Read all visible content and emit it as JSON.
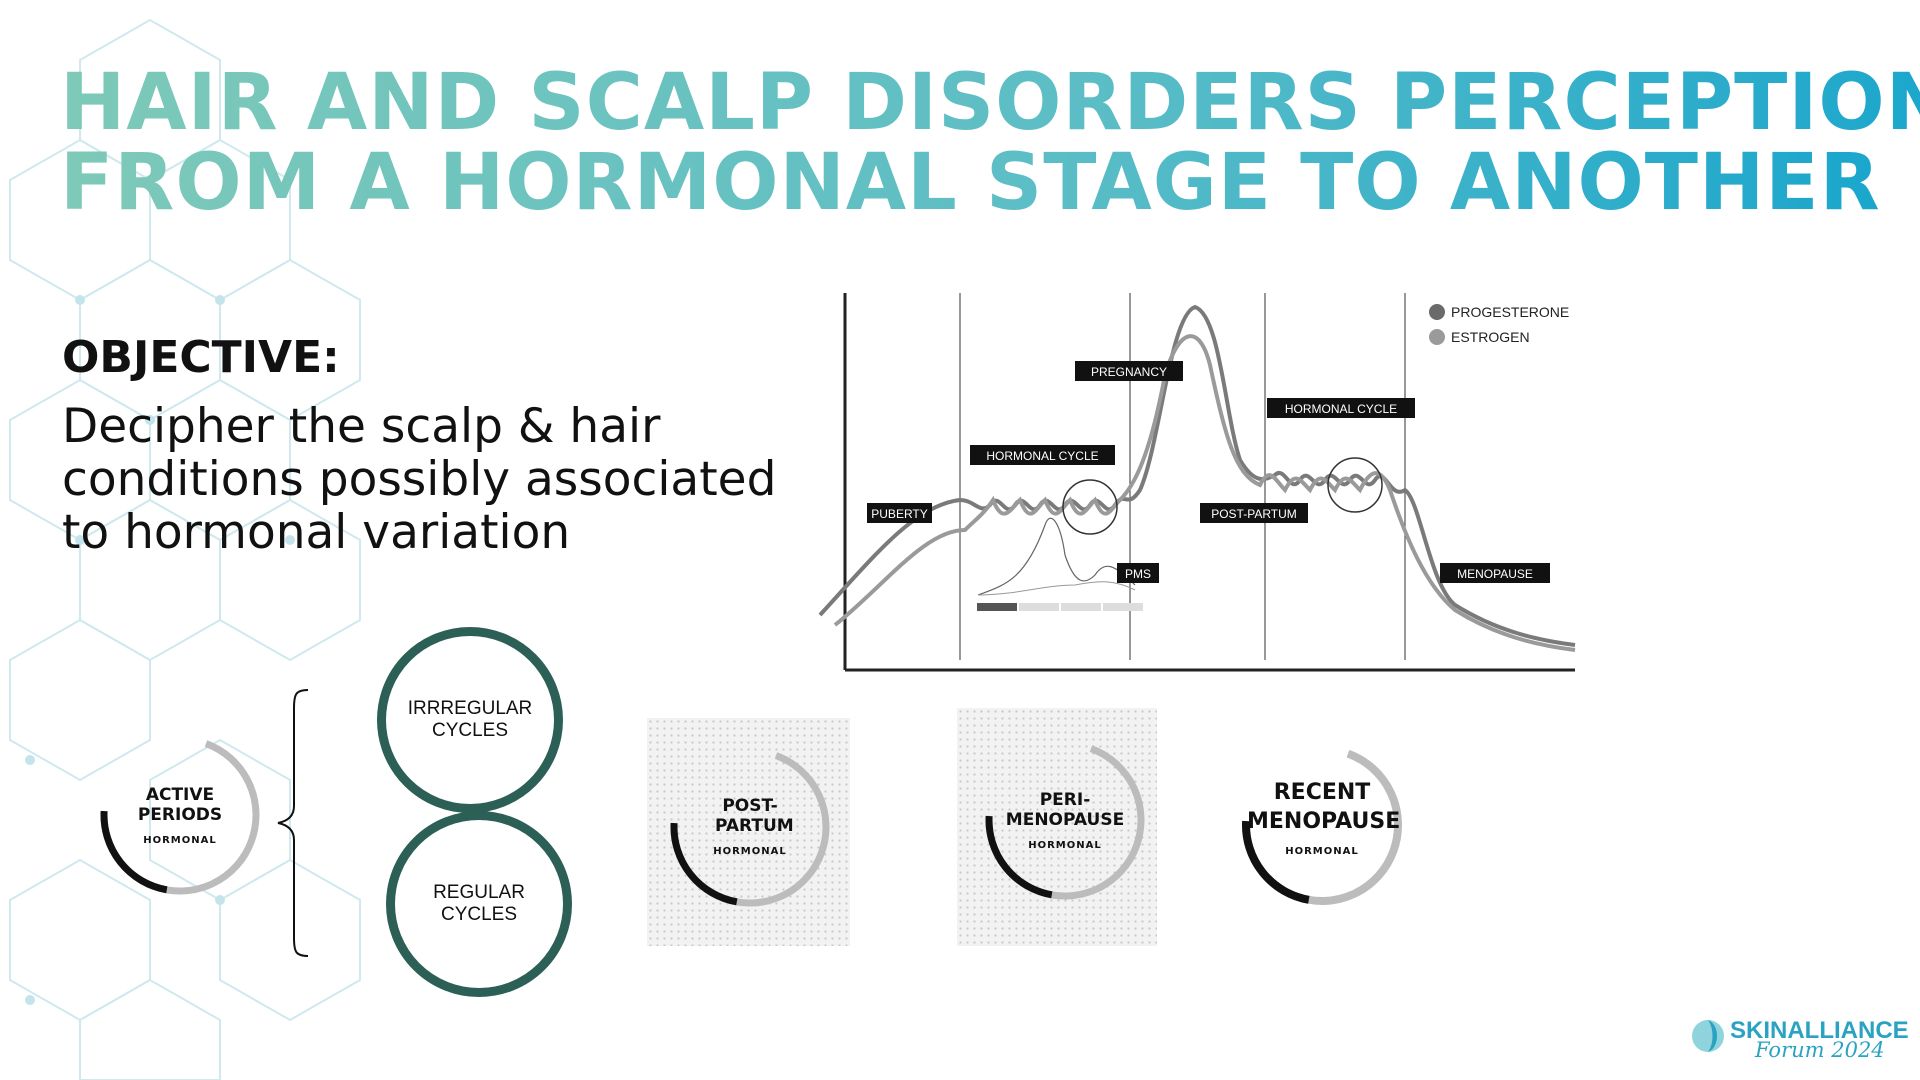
{
  "title": {
    "line1": "HAIR AND SCALP DISORDERS PERCEPTION",
    "line2": "FROM A HORMONAL STAGE TO ANOTHER"
  },
  "objective": {
    "heading": "OBJECTIVE:",
    "text": "Decipher the scalp & hair conditions possibly associated to hormonal variation"
  },
  "diagram": {
    "legend": [
      "PROGESTERONE",
      "ESTROGEN"
    ],
    "stage_labels": [
      "PUBERTY",
      "HORMONAL CYCLE",
      "PREGNANCY",
      "HORMONAL CYCLE",
      "POST-PARTUM",
      "PMS",
      "MENOPAUSE"
    ]
  },
  "stages": {
    "active_periods": {
      "title": "ACTIVE PERIODS",
      "sub": "HORMONAL"
    },
    "irregular": "IRRREGULAR CYCLES",
    "regular": "REGULAR CYCLES",
    "post_partum": {
      "title": "POST-PARTUM",
      "sub": "HORMONAL"
    },
    "peri_menopause": {
      "title": "PERI-MENOPAUSE",
      "sub": "HORMONAL"
    },
    "recent_menopause": {
      "title": "RECENT MENOPAUSE",
      "sub": "HORMONAL"
    }
  },
  "logo": {
    "name": "SKINALLIANCE",
    "sub": "Forum 2024"
  },
  "colors": {
    "title_start": "#7ec9b8",
    "title_end": "#1aa6cc",
    "ring_green": "#2c5f55",
    "logo": "#2aa3c2"
  }
}
